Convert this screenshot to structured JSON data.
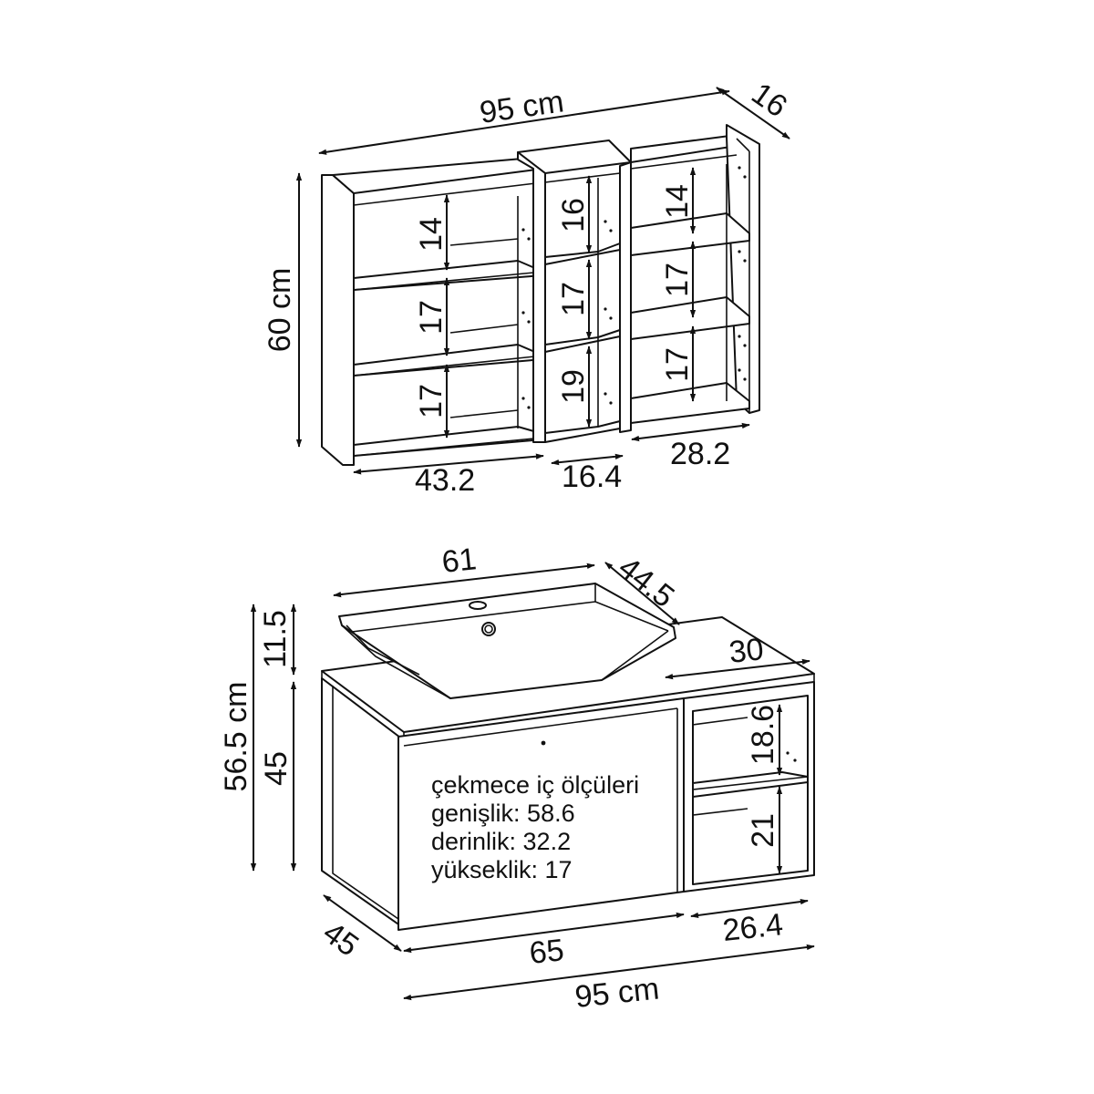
{
  "colors": {
    "line": "#111111",
    "background": "#ffffff"
  },
  "top_unit": {
    "width": "95 cm",
    "depth": "16",
    "height": "60 cm",
    "left_shelf_heights": [
      "14",
      "17",
      "17"
    ],
    "middle_shelf_heights": [
      "16",
      "17",
      "19"
    ],
    "right_shelf_heights": [
      "14",
      "17",
      "17"
    ],
    "left_width": "43.2",
    "middle_width": "16.4",
    "right_width": "28.2"
  },
  "bottom_unit": {
    "sink_width": "61",
    "sink_depth": "44.5",
    "sink_height": "11.5",
    "total_height": "56.5 cm",
    "cabinet_height": "45",
    "cabinet_depth": "45",
    "top_right_depth": "30",
    "open_shelf_top": "18.6",
    "open_shelf_bottom": "21",
    "drawer_width": "65",
    "open_width": "26.4",
    "total_width": "95 cm",
    "drawer_note": {
      "title": "çekmece iç ölçüleri",
      "width": "genişlik: 58.6",
      "depth": "derinlik: 32.2",
      "height": "yükseklik: 17"
    }
  }
}
